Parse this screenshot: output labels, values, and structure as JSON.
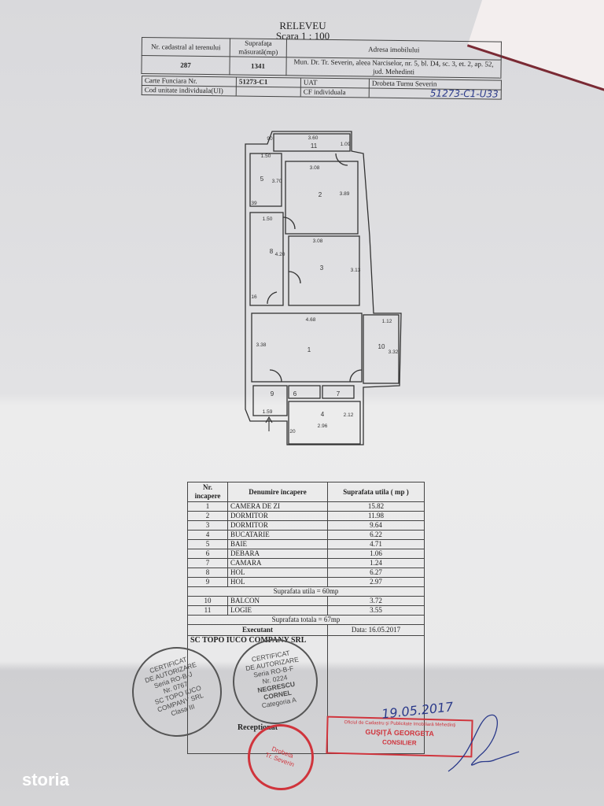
{
  "header": {
    "title": "RELEVEU",
    "scale": "Scara 1 : 100"
  },
  "info_table": {
    "col_cadastral": "Nr. cadastral al terenului",
    "col_surface": "Suprafaţa măsurată(mp)",
    "col_address": "Adresa imobilului",
    "cadastral": "287",
    "surface": "1341",
    "address": "Mun. Dr. Tr. Severin, aleea Narciselor, nr. 5, bl. D4, sc. 3, et. 2, ap. 52, jud. Mehedinti"
  },
  "cf_table": {
    "carte_label": "Carte Funciara Nr.",
    "carte_value": "51273-C1",
    "uat_label": "UAT",
    "uat_value": "Drobeta Turnu Severin",
    "cod_label": "Cod unitate individuala(UI)",
    "cf_label": "CF individuala",
    "cf_value": "51273-C1-U33"
  },
  "floor_plan": {
    "dimensions": [
      "90",
      "3.60",
      "1.09",
      "1.50",
      "3.08",
      "3.70",
      "3.89",
      "39",
      "1.50",
      "4.20",
      "3.08",
      "3.13",
      "16",
      "4.68",
      "3.38",
      "1.12",
      "3.32",
      "1.59",
      "2.96",
      "2.12",
      "20"
    ],
    "room_numbers": [
      "1",
      "2",
      "3",
      "4",
      "5",
      "6",
      "7",
      "8",
      "9",
      "10",
      "11"
    ]
  },
  "rooms_table": {
    "headers": [
      "Nr. incapere",
      "Denumire incapere",
      "Suprafata utila ( mp )"
    ],
    "rows": [
      {
        "nr": "1",
        "name": "CAMERA  DE ZI",
        "area": "15.82"
      },
      {
        "nr": "2",
        "name": "DORMITOR",
        "area": "11.98"
      },
      {
        "nr": "3",
        "name": "DORMITOR",
        "area": "9.64"
      },
      {
        "nr": "4",
        "name": "BUCATARIE",
        "area": "6.22"
      },
      {
        "nr": "5",
        "name": "BAIE",
        "area": "4.71"
      },
      {
        "nr": "6",
        "name": "DEBARA",
        "area": "1.06"
      },
      {
        "nr": "7",
        "name": "CAMARA",
        "area": "1.24"
      },
      {
        "nr": "8",
        "name": "HOL",
        "area": "6.27"
      },
      {
        "nr": "9",
        "name": "HOL",
        "area": "2.97"
      }
    ],
    "subtotal": "Suprafata utila = 60mp",
    "extra_rows": [
      {
        "nr": "10",
        "name": "BALCON",
        "area": "3.72"
      },
      {
        "nr": "11",
        "name": "LOGIE",
        "area": "3.55"
      }
    ],
    "total": "Suprafata totala = 67mp",
    "executant_label": "Executant",
    "date": "Data: 16.05.2017",
    "company": "SC TOPO IUCO COMPANY SRL",
    "receptionat": "Receptionat"
  },
  "stamps": {
    "stamp1": [
      "CERTIFICAT",
      "DE AUTORIZARE",
      "Seria RO-B-J",
      "Nr. 0767",
      "SC TOPO IUCO",
      "COMPANY SRL",
      "Clasa III"
    ],
    "stamp2": [
      "CERTIFICAT",
      "DE AUTORIZARE",
      "Seria RO-B-F",
      "Nr. 0224",
      "NEGRESCU",
      "CORNEL",
      "Categoria A"
    ],
    "stamp3": [
      "Drobeta",
      "Tr. Severin"
    ],
    "official": [
      "Oficiul de Cadastru şi Publicitate Imobiliară Mehedinţi",
      "GUŞIŢĂ GEORGETA",
      "CONSILIER"
    ],
    "handwritten_date": "19.05.2017"
  },
  "watermark": "storia"
}
